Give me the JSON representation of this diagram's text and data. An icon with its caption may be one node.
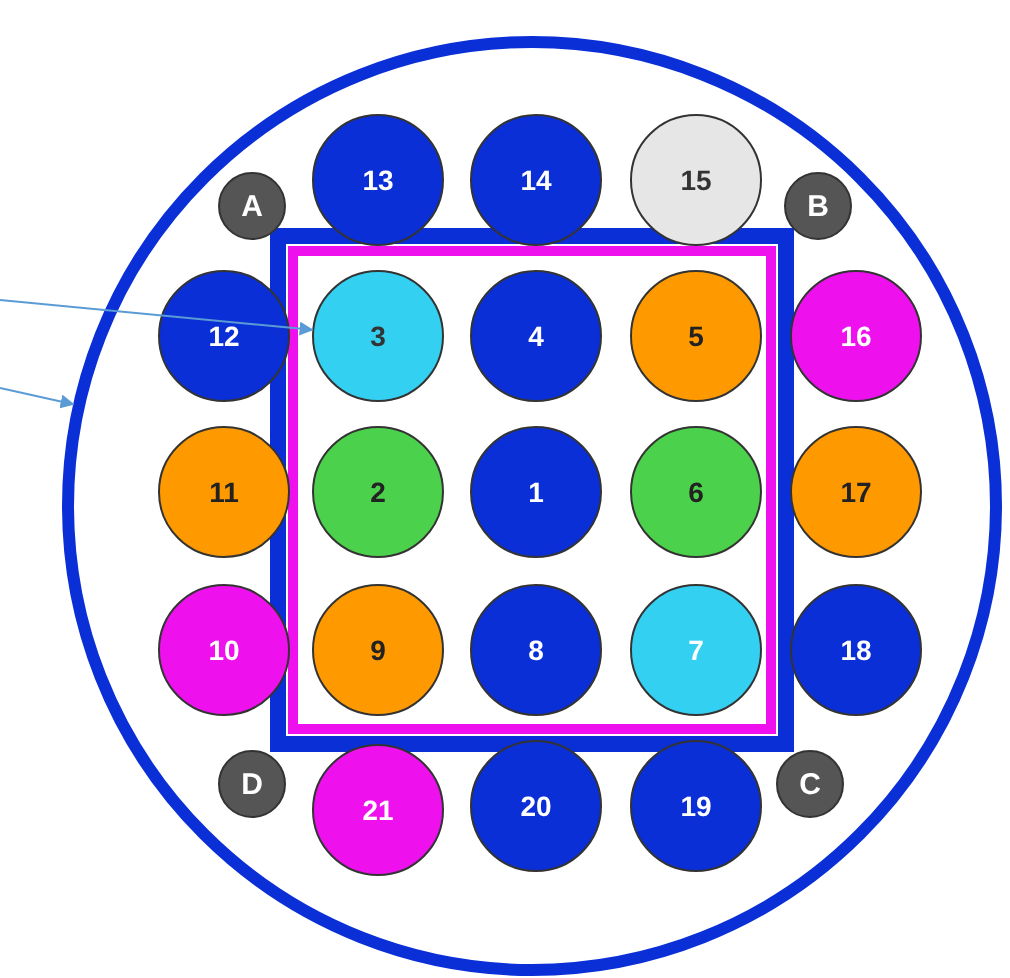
{
  "diagram": {
    "nodes": [
      {
        "text": [],
        "shape": "circle"
      },
      {
        "text": [
          "13"
        ],
        "in": 0
      },
      {
        "text": [
          "14"
        ],
        "in": 0
      },
      {
        "text": [
          "15"
        ],
        "in": 0
      },
      {
        "text": [
          "A"
        ],
        "in": 0
      },
      {
        "text": [
          "B"
        ],
        "in": 0
      },
      {
        "text": [
          "12"
        ],
        "in": 0
      },
      {
        "text": [
          "3"
        ],
        "in": 0
      },
      {
        "text": [
          "4"
        ],
        "in": 0
      },
      {
        "text": [
          "5"
        ],
        "in": 0
      },
      {
        "text": [
          "16"
        ],
        "in": 0
      },
      {
        "text": [
          "11"
        ],
        "in": 0
      },
      {
        "text": [
          "2"
        ],
        "in": 0
      },
      {
        "text": [
          "1"
        ],
        "in": 0
      },
      {
        "text": [
          "6"
        ],
        "in": 0
      },
      {
        "text": [
          "17"
        ],
        "in": 0
      },
      {
        "text": [
          "10"
        ],
        "in": 0
      },
      {
        "text": [
          "9"
        ],
        "in": 0
      },
      {
        "text": [
          "8"
        ],
        "in": 0
      },
      {
        "text": [
          "7"
        ],
        "in": 0
      },
      {
        "text": [
          "18"
        ],
        "in": 0
      },
      {
        "text": [
          "D"
        ],
        "in": 0
      },
      {
        "text": [
          "C"
        ],
        "in": 0
      },
      {
        "text": [
          "21"
        ],
        "in": 0
      },
      {
        "text": [
          "20"
        ],
        "in": 0
      },
      {
        "text": [
          "19"
        ],
        "in": 0
      }
    ],
    "edges": [
      {
        "from": null,
        "to": 7,
        "arrow": "to"
      },
      {
        "from": null,
        "to": 0,
        "arrow": "to"
      }
    ]
  }
}
